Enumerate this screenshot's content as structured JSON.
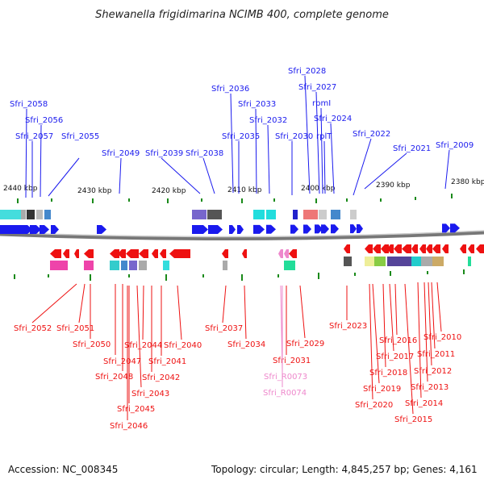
{
  "title": "Shewanella frigidimarina NCIMB 400, complete genome",
  "footer": {
    "accession": "Accession: NC_008345",
    "topology": "Topology: circular; Length: 4,845,257 bp; Genes: 4,161"
  },
  "kbp_ticks": [
    "2440 kbp",
    "2430 kbp",
    "2420 kbp",
    "2410 kbp",
    "2400 kbp",
    "2390 kbp",
    "2380 kbp"
  ],
  "top_labels": [
    "Sfri_2058",
    "Sfri_2056",
    "Sfri_2057",
    "Sfri_2055",
    "Sfri_2049",
    "Sfri_2039",
    "Sfri_2038",
    "Sfri_2036",
    "Sfri_2035",
    "Sfri_2033",
    "Sfri_2032",
    "Sfri_2030",
    "Sfri_2028",
    "Sfri_2027",
    "rpmI",
    "Sfri_2024",
    "rplT",
    "Sfri_2022",
    "Sfri_2021",
    "Sfri_2009"
  ],
  "bottom_labels": [
    "Sfri_2052",
    "Sfri_2051",
    "Sfri_2050",
    "Sfri_2047",
    "Sfri_2048",
    "Sfri_2045",
    "Sfri_2046",
    "Sfri_2043",
    "Sfri_2044",
    "Sfri_2042",
    "Sfri_2041",
    "Sfri_2040",
    "Sfri_2037",
    "Sfri_2034",
    "Sfri_2031",
    "Sfri_R0073",
    "Sfri_R0074",
    "Sfri_2029",
    "Sfri_2023",
    "Sfri_2020",
    "Sfri_2019",
    "Sfri_2018",
    "Sfri_2017",
    "Sfri_2016",
    "Sfri_2015",
    "Sfri_2014",
    "Sfri_2013",
    "Sfri_2012",
    "Sfri_2011",
    "Sfri_2010"
  ],
  "colors": {
    "forward": "#1a1aee",
    "reverse": "#ee1111",
    "rna": "#ee88cc",
    "backbone": "#888888"
  }
}
